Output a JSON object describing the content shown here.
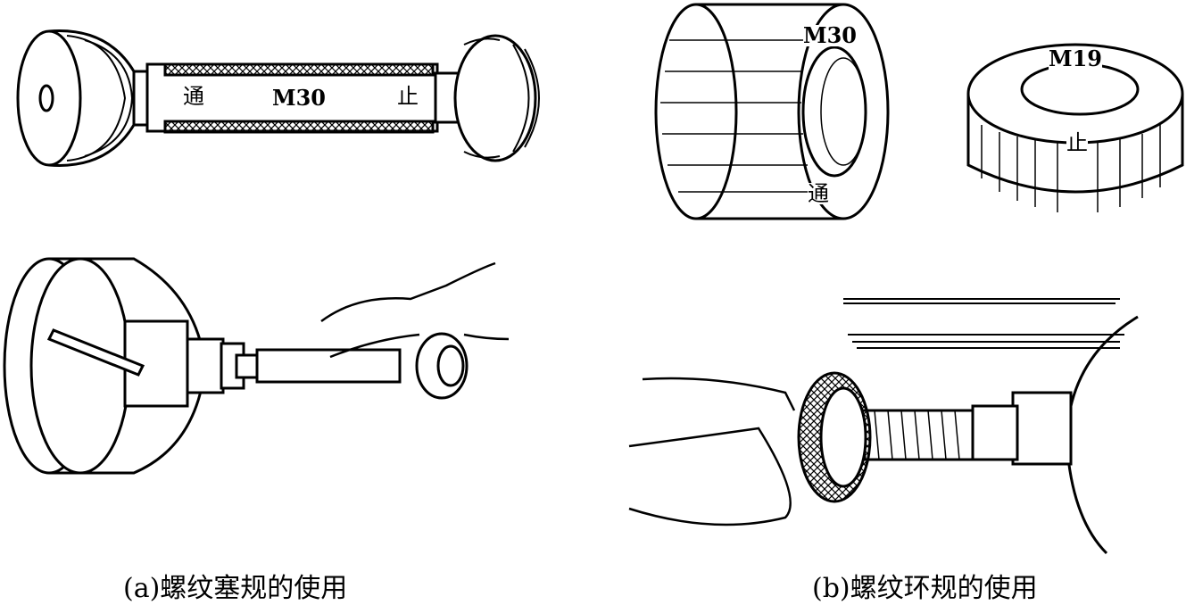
{
  "labels": {
    "plug_go": "通",
    "plug_size": "M30",
    "plug_nogo": "止",
    "ring_large_size": "M30",
    "ring_large_go": "通",
    "ring_small_size": "M19",
    "ring_small_nogo": "止"
  },
  "captions": {
    "a": "(a)螺纹塞规的使用",
    "b": "(b)螺纹环规的使用"
  },
  "colors": {
    "ink": "#000000",
    "paper": "#ffffff"
  }
}
